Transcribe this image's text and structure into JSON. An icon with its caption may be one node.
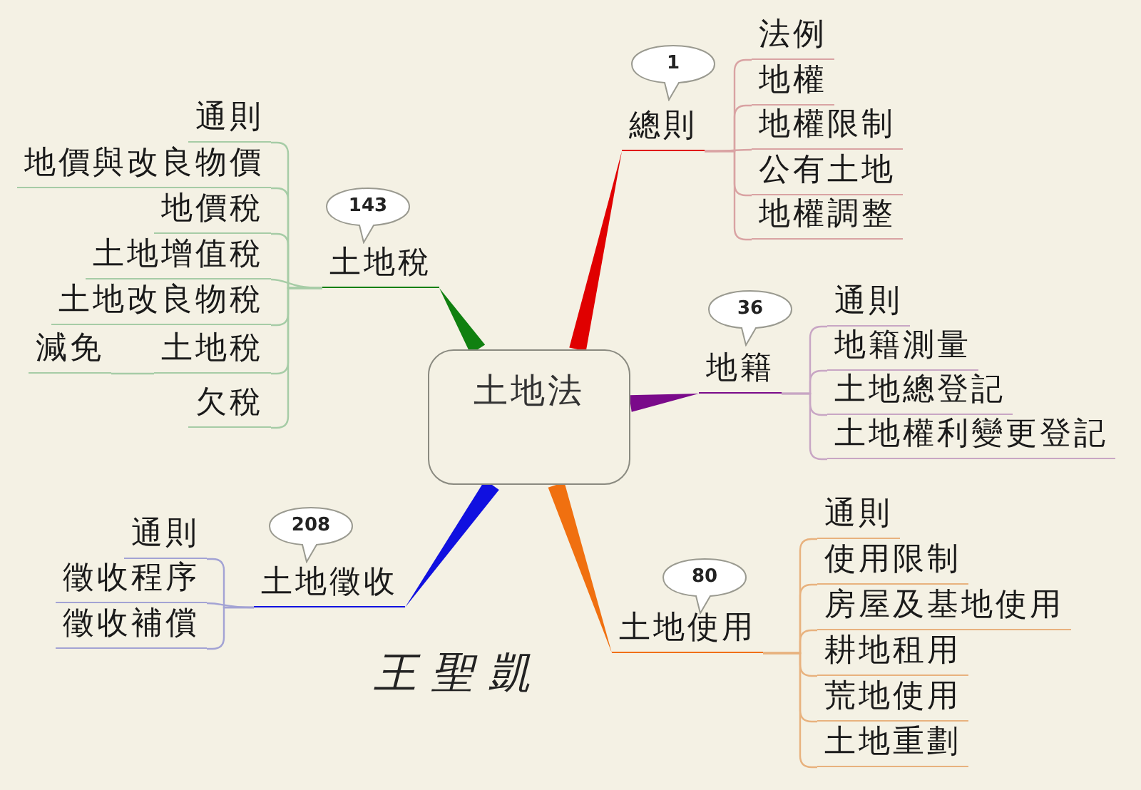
{
  "diagram": {
    "nodes": [
      {
        "text": [
          "土地法"
        ]
      },
      {
        "text": [
          "總則"
        ],
        "beside": [
          "1"
        ]
      },
      {
        "text": [
          "法例"
        ]
      },
      {
        "text": [
          "地權"
        ]
      },
      {
        "text": [
          "地權限制"
        ]
      },
      {
        "text": [
          "公有土地"
        ]
      },
      {
        "text": [
          "地權調整"
        ]
      },
      {
        "text": [
          "地籍"
        ],
        "beside": [
          "36"
        ]
      },
      {
        "text": [
          "通則"
        ]
      },
      {
        "text": [
          "地籍測量"
        ]
      },
      {
        "text": [
          "土地總登記"
        ]
      },
      {
        "text": [
          "土地權利變更登記"
        ]
      },
      {
        "text": [
          "土地使用"
        ],
        "beside": [
          "80"
        ]
      },
      {
        "text": [
          "通則"
        ]
      },
      {
        "text": [
          "使用限制"
        ]
      },
      {
        "text": [
          "房屋及基地使用"
        ]
      },
      {
        "text": [
          "耕地租用"
        ]
      },
      {
        "text": [
          "荒地使用"
        ]
      },
      {
        "text": [
          "土地重劃"
        ]
      },
      {
        "text": [
          "土地徵收"
        ],
        "beside": [
          "208"
        ]
      },
      {
        "text": [
          "通則"
        ]
      },
      {
        "text": [
          "徵收程序"
        ]
      },
      {
        "text": [
          "徵收補償"
        ]
      },
      {
        "text": [
          "土地稅"
        ],
        "beside": [
          "143"
        ]
      },
      {
        "text": [
          "通則"
        ]
      },
      {
        "text": [
          "地價與改良物價"
        ]
      },
      {
        "text": [
          "地價稅"
        ]
      },
      {
        "text": [
          "土地增值稅"
        ]
      },
      {
        "text": [
          "土地改良物稅"
        ]
      },
      {
        "text": [
          "土地稅"
        ]
      },
      {
        "text": [
          "欠稅"
        ]
      },
      {
        "text": [
          "減免"
        ]
      }
    ],
    "edges": [
      {
        "from": 0,
        "to": 1,
        "arrow": "none",
        "style": "thick",
        "color": "#e00000"
      },
      {
        "from": 1,
        "to": 2,
        "arrow": "none",
        "color": "#d9a3a3"
      },
      {
        "from": 1,
        "to": 3,
        "arrow": "none",
        "color": "#d9a3a3"
      },
      {
        "from": 1,
        "to": 4,
        "arrow": "none",
        "color": "#d9a3a3"
      },
      {
        "from": 1,
        "to": 5,
        "arrow": "none",
        "color": "#d9a3a3"
      },
      {
        "from": 1,
        "to": 6,
        "arrow": "none",
        "color": "#d9a3a3"
      },
      {
        "from": 0,
        "to": 7,
        "arrow": "none",
        "style": "thick",
        "color": "#7a0a8a"
      },
      {
        "from": 7,
        "to": 8,
        "arrow": "none",
        "color": "#c8a6c4"
      },
      {
        "from": 7,
        "to": 9,
        "arrow": "none",
        "color": "#c8a6c4"
      },
      {
        "from": 7,
        "to": 10,
        "arrow": "none",
        "color": "#c8a6c4"
      },
      {
        "from": 7,
        "to": 11,
        "arrow": "none",
        "color": "#c8a6c4"
      },
      {
        "from": 0,
        "to": 12,
        "arrow": "none",
        "style": "thick",
        "color": "#f07010"
      },
      {
        "from": 12,
        "to": 13,
        "arrow": "none",
        "color": "#e8b27e"
      },
      {
        "from": 12,
        "to": 14,
        "arrow": "none",
        "color": "#e8b27e"
      },
      {
        "from": 12,
        "to": 15,
        "arrow": "none",
        "color": "#e8b27e"
      },
      {
        "from": 12,
        "to": 16,
        "arrow": "none",
        "color": "#e8b27e"
      },
      {
        "from": 12,
        "to": 17,
        "arrow": "none",
        "color": "#e8b27e"
      },
      {
        "from": 12,
        "to": 18,
        "arrow": "none",
        "color": "#e8b27e"
      },
      {
        "from": 0,
        "to": 19,
        "arrow": "none",
        "style": "thick",
        "color": "#1010e0"
      },
      {
        "from": 19,
        "to": 20,
        "arrow": "none",
        "color": "#a3a3d4"
      },
      {
        "from": 19,
        "to": 21,
        "arrow": "none",
        "color": "#a3a3d4"
      },
      {
        "from": 19,
        "to": 22,
        "arrow": "none",
        "color": "#a3a3d4"
      },
      {
        "from": 0,
        "to": 23,
        "arrow": "none",
        "style": "thick",
        "color": "#108010"
      },
      {
        "from": 23,
        "to": 24,
        "arrow": "none",
        "color": "#a6cca6"
      },
      {
        "from": 23,
        "to": 25,
        "arrow": "none",
        "color": "#a6cca6"
      },
      {
        "from": 23,
        "to": 26,
        "arrow": "none",
        "color": "#a6cca6"
      },
      {
        "from": 23,
        "to": 27,
        "arrow": "none",
        "color": "#a6cca6"
      },
      {
        "from": 23,
        "to": 28,
        "arrow": "none",
        "color": "#a6cca6"
      },
      {
        "from": 23,
        "to": 29,
        "arrow": "none",
        "color": "#a6cca6"
      },
      {
        "from": 23,
        "to": 30,
        "arrow": "none",
        "color": "#a6cca6"
      },
      {
        "from": 29,
        "to": 31,
        "arrow": "none",
        "color": "#a6cca6"
      }
    ],
    "labels": [
      "王聖凱"
    ]
  }
}
